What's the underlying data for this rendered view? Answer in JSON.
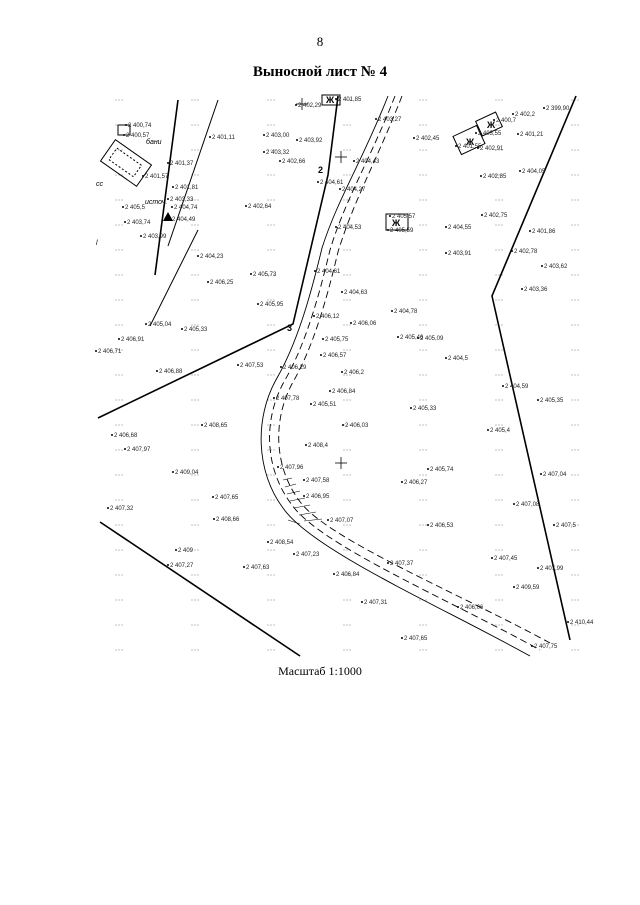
{
  "page": {
    "number": "8",
    "title": "Выносной лист № 4",
    "scale": "Масштаб 1:1000"
  },
  "map": {
    "place_labels": [
      "бани",
      "источ."
    ],
    "marker_j": "Ж",
    "edge_fragments": [
      "сс",
      "l"
    ],
    "turning_points": [
      "2",
      "3"
    ],
    "elevations": [
      "2 400,74",
      "2 400,57",
      "2 401,37",
      "2 401,57",
      "2 401,81",
      "2 403,33",
      "2 403,92",
      "2 402,66",
      "2 404,43",
      "2 401,11",
      "2 402,45",
      "2 403,00",
      "2 402,91",
      "2 402,2",
      "2 399,90",
      "2 401,21",
      "2 400,7",
      "2 403,55",
      "2 401,55",
      "2 403,27",
      "2 401,85",
      "2 402,29",
      "2 403,32",
      "2 405,5",
      "2 404,74",
      "2 404,49",
      "2 403,74",
      "2 403,99",
      "2 402,64",
      "2 404,61",
      "2 404,27",
      "2 405,57",
      "2 405,59",
      "2 404,55",
      "2 402,75",
      "2 402,85",
      "2 404,05",
      "2 404,53",
      "2 404,23",
      "2 403,91",
      "2 401,86",
      "2 402,78",
      "2 403,62",
      "2 405,73",
      "2 406,25",
      "2 404,61",
      "2 404,63",
      "2 403,36",
      "2 405,95",
      "2 406,12",
      "2 404,78",
      "2 405,09",
      "2 405,04",
      "2 405,33",
      "2 406,91",
      "2 406,06",
      "2 405,75",
      "2 405,46",
      "2 406,71",
      "2 406,88",
      "2 407,53",
      "2 406,57",
      "2 404,5",
      "2 406,29",
      "2 406,2",
      "2 404,59",
      "2 407,78",
      "2 406,84",
      "2 405,51",
      "2 405,33",
      "2 405,35",
      "2 406,68",
      "2 408,65",
      "2 406,03",
      "2 405,4",
      "2 407,97",
      "2 408,4",
      "2 407,96",
      "2 405,74",
      "2 407,04",
      "2 409,04",
      "2 407,58",
      "2 406,27",
      "2 407,65",
      "2 406,95",
      "2 407,08",
      "2 407,32",
      "2 408,66",
      "2 407,07",
      "2 406,53",
      "2 407,5",
      "2 409",
      "2 408,54",
      "2 407,23",
      "2 407,37",
      "2 407,45",
      "2 407,27",
      "2 407,63",
      "2 406,84",
      "2 407,99",
      "2 409,59",
      "2 407,31",
      "2 406,06",
      "2 407,65",
      "2 407,75",
      "2 410,44",
      "2 41"
    ]
  }
}
